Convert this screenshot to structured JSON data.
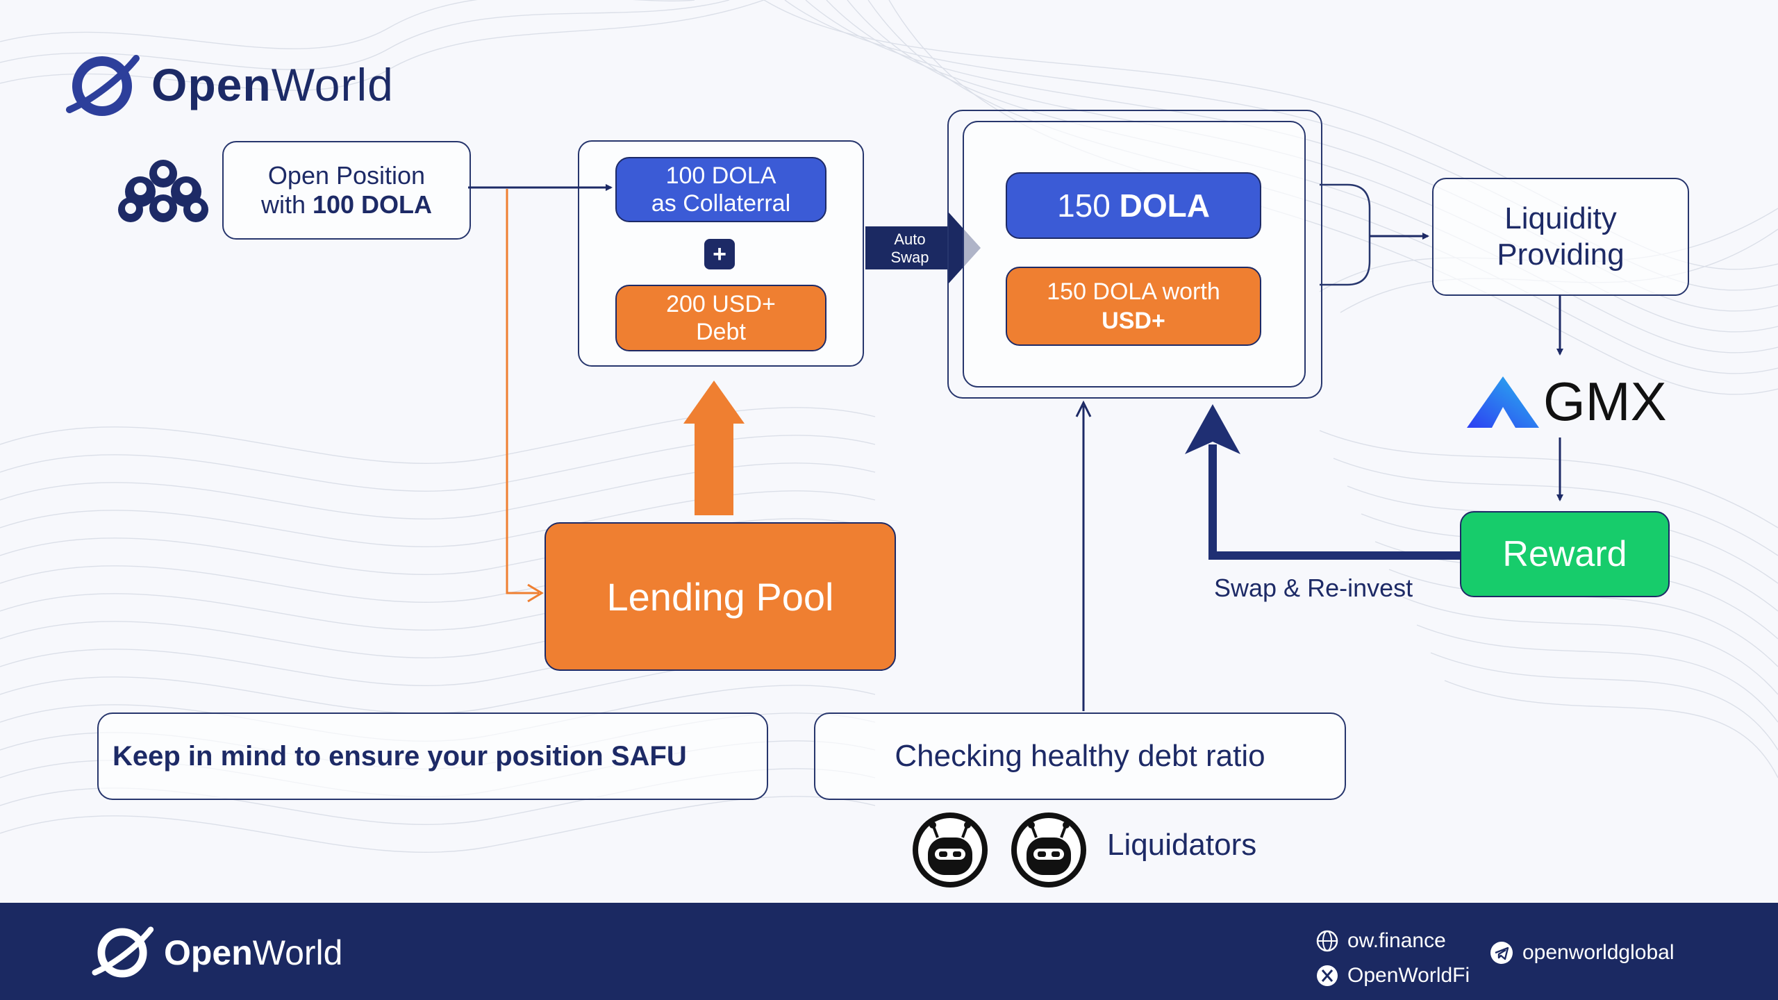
{
  "brand": {
    "name_open": "Open",
    "name_world": "World"
  },
  "colors": {
    "navy": "#1c2a66",
    "blue": "#3b5bd6",
    "orange": "#ef7f31",
    "green": "#17cc6b",
    "footer_bg": "#1b2962",
    "background": "#f7f8fc"
  },
  "steps": {
    "open_position": {
      "line1": "Open Position",
      "line2_prefix": "with ",
      "line2_bold": "100 DOLA"
    },
    "collateral": {
      "line1": "100 DOLA",
      "line2": "as Collaterral"
    },
    "plus": "+",
    "debt": {
      "line1": "200 USD+",
      "line2": "Debt"
    },
    "auto_swap": {
      "line1": "Auto",
      "line2": "Swap"
    },
    "dola_150": {
      "prefix": "150 ",
      "bold": "DOLA"
    },
    "dola_worth": {
      "line1": "150 DOLA worth",
      "line2": "USD+"
    },
    "liquidity": {
      "line1": "Liquidity",
      "line2": "Providing"
    },
    "gmx": "GMX",
    "reward": "Reward",
    "swap_reinvest": "Swap & Re-invest",
    "lending_pool": "Lending Pool",
    "safu": "Keep in mind to ensure your position SAFU",
    "debt_ratio": "Checking healthy debt ratio",
    "liquidators": "Liquidators"
  },
  "icons": [
    "openworld-logo-icon",
    "users-group-icon",
    "gmx-logo-icon",
    "robot-icon",
    "globe-icon",
    "x-icon",
    "telegram-icon"
  ],
  "footer": {
    "website": "ow.finance",
    "twitter": "OpenWorldFi",
    "telegram": "openworldglobal"
  }
}
